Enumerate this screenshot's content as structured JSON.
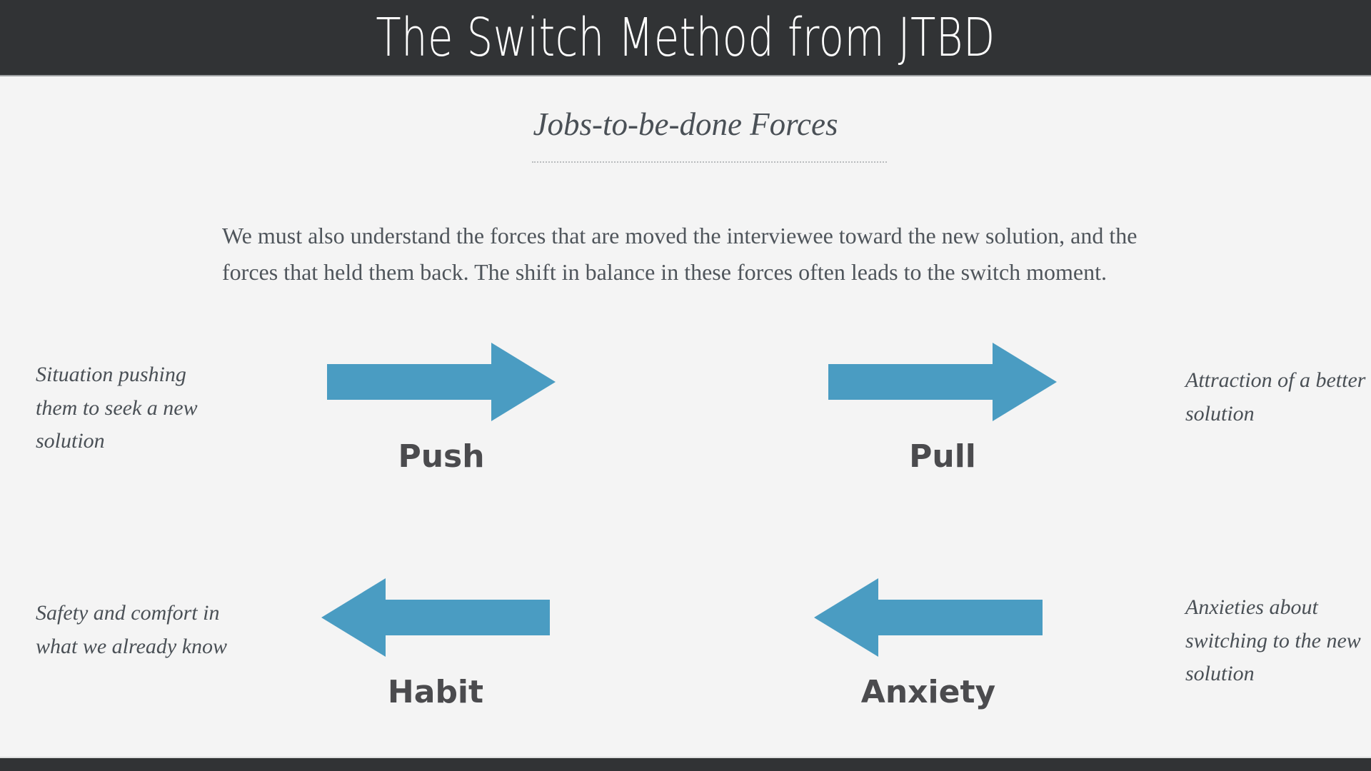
{
  "header": {
    "title": "The Switch Method from JTBD",
    "bar_color": "#313335",
    "title_color": "#ffffff"
  },
  "subtitle": {
    "text": "Jobs-to-be-done Forces",
    "color": "#4a5056"
  },
  "intro": {
    "paragraph": "We must also understand the forces that are moved the interviewee toward the new solution, and the forces that held them back. The shift in balance in these forces often leads to the switch moment."
  },
  "forces": {
    "accent_color": "#4a9cc2",
    "label_color": "#4b4b4e",
    "items": [
      {
        "id": "push",
        "label": "Push",
        "direction": "right",
        "side": "left",
        "note": "Situation pushing them to seek a new solution"
      },
      {
        "id": "pull",
        "label": "Pull",
        "direction": "right",
        "side": "right",
        "note": "Attraction of a better solution"
      },
      {
        "id": "habit",
        "label": "Habit",
        "direction": "left",
        "side": "left",
        "note": "Safety and comfort in what we already know"
      },
      {
        "id": "anxiety",
        "label": "Anxiety",
        "direction": "left",
        "side": "right",
        "note": "Anxieties about switching to the new solution"
      }
    ]
  },
  "footer": {
    "bar_color": "#313335"
  }
}
